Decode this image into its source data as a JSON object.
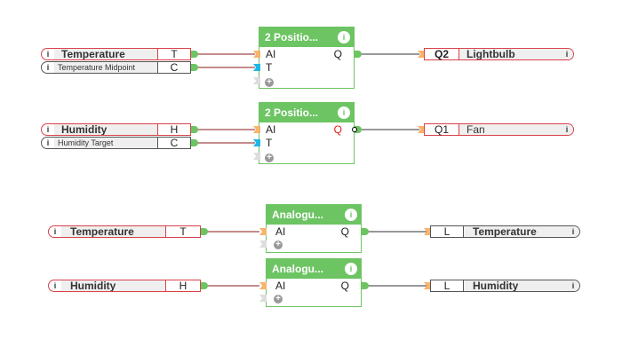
{
  "colors": {
    "block_green": "#6cc462",
    "selected_red": "#d9414a",
    "wire_red": "#8b1a1a",
    "wire_dark": "#333333",
    "pin_orange": "#f7b46a",
    "pin_cyan": "#1eb7e6",
    "pin_gray": "#dddddd"
  },
  "info_glyph": "i",
  "plus_glyph": "+",
  "groups": [
    {
      "inputs": [
        {
          "name": "Temperature",
          "code": "T",
          "selected": true
        },
        {
          "name": "Temperature Midpoint",
          "code": "C",
          "selected": false
        }
      ],
      "block": {
        "title": "2 Positio...",
        "inputs": [
          "AI",
          "T"
        ],
        "output": "Q",
        "output_inverted": false
      },
      "output": {
        "code": "Q2",
        "name": "Lightbulb",
        "selected": true
      }
    },
    {
      "inputs": [
        {
          "name": "Humidity",
          "code": "H",
          "selected": true
        },
        {
          "name": "Humidity Target",
          "code": "C",
          "selected": false
        }
      ],
      "block": {
        "title": "2 Positio...",
        "inputs": [
          "AI",
          "T"
        ],
        "output": "Q",
        "output_inverted": true
      },
      "output": {
        "code": "Q1",
        "name": "Fan",
        "selected": true
      }
    },
    {
      "inputs": [
        {
          "name": "Temperature",
          "code": "T",
          "selected": true
        }
      ],
      "block": {
        "title": "Analogu...",
        "inputs": [
          "AI"
        ],
        "output": "Q",
        "output_inverted": false
      },
      "output": {
        "code": "L",
        "name": "Temperature",
        "selected": false
      }
    },
    {
      "inputs": [
        {
          "name": "Humidity",
          "code": "H",
          "selected": true
        }
      ],
      "block": {
        "title": "Analogu...",
        "inputs": [
          "AI"
        ],
        "output": "Q",
        "output_inverted": false
      },
      "output": {
        "code": "L",
        "name": "Humidity",
        "selected": false
      }
    }
  ]
}
